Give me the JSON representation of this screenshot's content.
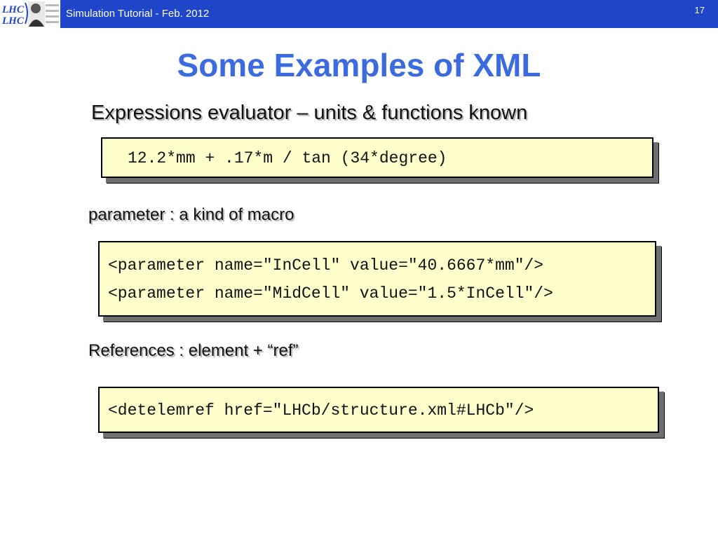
{
  "header": {
    "title": "Simulation Tutorial - Feb. 2012",
    "slide_number": "17",
    "logo_text": "LHCb"
  },
  "slide": {
    "title": "Some Examples of XML"
  },
  "sections": [
    {
      "heading": "Expressions evaluator – units & functions known",
      "code": [
        "12.2*mm + .17*m / tan (34*degree)"
      ]
    },
    {
      "heading": "parameter : a kind of macro",
      "code": [
        "<parameter name=\"InCell\" value=\"40.6667*mm\"/>",
        "<parameter name=\"MidCell\" value=\"1.5*InCell\"/>"
      ]
    },
    {
      "heading": "References : element + “ref”",
      "code": [
        "<detelemref href=\"LHCb/structure.xml#LHCb\"/>"
      ]
    }
  ],
  "colors": {
    "header_bg": "#1f46c8",
    "title": "#3c6be0",
    "code_bg": "#ffffcc"
  }
}
